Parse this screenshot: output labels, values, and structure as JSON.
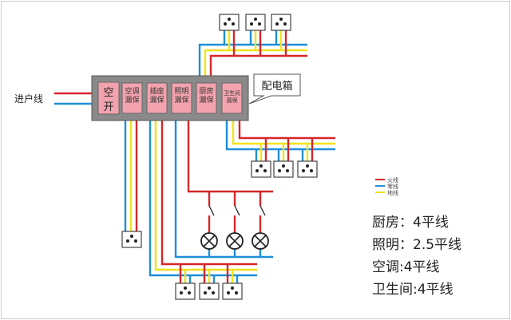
{
  "incoming_label": "进户线",
  "panel": {
    "callout": "配电箱",
    "main_breaker": "空开",
    "breakers": [
      "空调漏保",
      "插座漏保",
      "照明漏保",
      "厨房漏保",
      "卫生间漏保"
    ]
  },
  "legend": [
    {
      "label": "火线",
      "color": "#d7262b"
    },
    {
      "label": "零线",
      "color": "#1e8fd8"
    },
    {
      "label": "地线",
      "color": "#f2e21c"
    }
  ],
  "specs": [
    "厨房：4平线",
    "照明：2.5平线",
    "空调:4平线",
    "卫生间:4平线"
  ]
}
